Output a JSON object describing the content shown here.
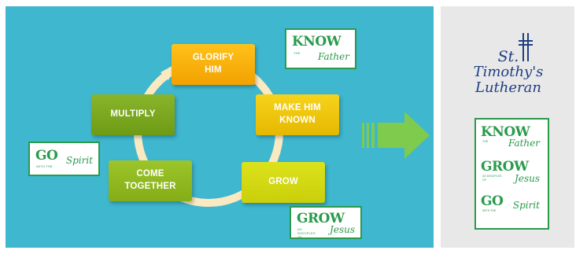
{
  "cycle": {
    "steps": [
      "GLORIFY HIM",
      "MAKE HIM KNOWN",
      "GROW",
      "COME TOGETHER",
      "MULTIPLY"
    ],
    "glorify": {
      "line1": "GLORIFY",
      "line2": "HIM"
    },
    "make_known": {
      "line1": "MAKE HIM",
      "line2": "KNOWN"
    },
    "grow": "GROW",
    "come_together": {
      "line1": "COME",
      "line2": "TOGETHER"
    },
    "multiply": "MULTIPLY"
  },
  "badges": {
    "know": {
      "big": "KNOW",
      "small": "THE",
      "script": "Father"
    },
    "go": {
      "big": "GO",
      "small": "WITH THE",
      "script": "Spirit"
    },
    "grow": {
      "big": "GROW",
      "small": "AS DISCIPLES OF",
      "script": "Jesus"
    }
  },
  "logo": {
    "line1": "St.",
    "line2": "Timothy's",
    "line3": "Lutheran"
  },
  "colors": {
    "panel": "#3fb7cf",
    "ring": "#fbe9c2",
    "arrow": "#7ecb4d",
    "badge_green": "#2a9a4b",
    "logo_blue": "#1f3f83"
  }
}
